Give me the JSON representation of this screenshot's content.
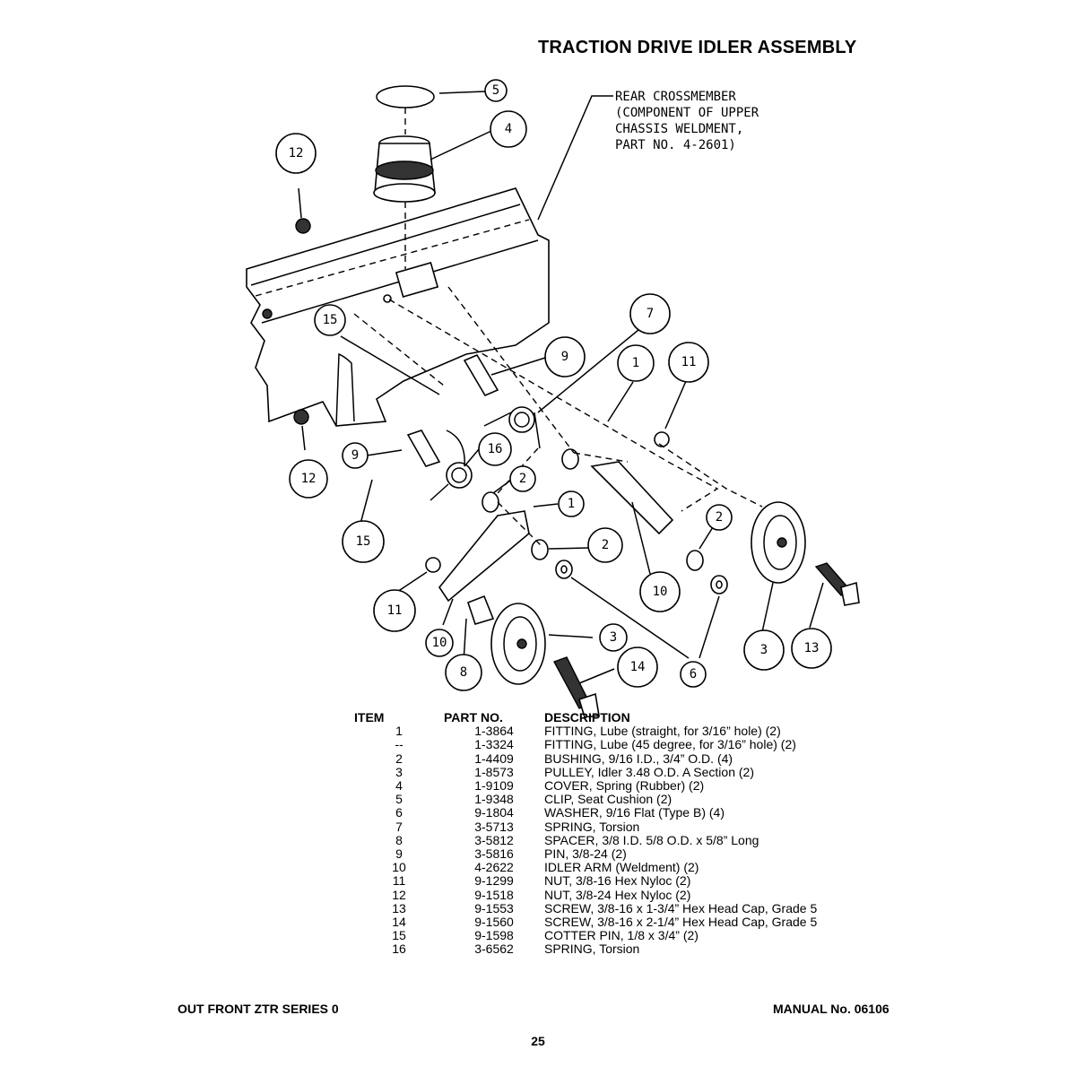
{
  "page": {
    "title": "TRACTION DRIVE IDLER ASSEMBLY",
    "footer_left": "OUT FRONT ZTR SERIES 0",
    "footer_right": "MANUAL No. 06106",
    "page_number": "25"
  },
  "diagram": {
    "note_lines": [
      "REAR CROSSMEMBER",
      "(COMPONENT OF UPPER",
      "CHASSIS WELDMENT,",
      "PART NO. 4-2601)"
    ],
    "callouts": [
      "5",
      "4",
      "12",
      "7",
      "15",
      "9",
      "1",
      "11",
      "9",
      "16",
      "12",
      "2",
      "1",
      "15",
      "2",
      "2",
      "10",
      "11",
      "10",
      "3",
      "8",
      "14",
      "6",
      "3",
      "13"
    ]
  },
  "parts_table": {
    "headers": [
      "ITEM",
      "PART NO.",
      "DESCRIPTION"
    ],
    "rows": [
      [
        "1",
        "1-3864",
        "FITTING, Lube (straight, for 3/16” hole) (2)"
      ],
      [
        "--",
        "1-3324",
        "FITTING, Lube (45 degree, for 3/16” hole) (2)"
      ],
      [
        "2",
        "1-4409",
        "BUSHING, 9/16 I.D., 3/4” O.D. (4)"
      ],
      [
        "3",
        "1-8573",
        "PULLEY, Idler 3.48 O.D. A Section (2)"
      ],
      [
        "4",
        "1-9109",
        "COVER, Spring (Rubber) (2)"
      ],
      [
        "5",
        "1-9348",
        "CLIP, Seat Cushion (2)"
      ],
      [
        "6",
        "9-1804",
        "WASHER, 9/16 Flat (Type B) (4)"
      ],
      [
        "7",
        "3-5713",
        "SPRING, Torsion"
      ],
      [
        "8",
        "3-5812",
        "SPACER, 3/8 I.D. 5/8 O.D. x 5/8” Long"
      ],
      [
        "9",
        "3-5816",
        "PIN, 3/8-24 (2)"
      ],
      [
        "10",
        "4-2622",
        "IDLER ARM (Weldment) (2)"
      ],
      [
        "11",
        "9-1299",
        "NUT, 3/8-16 Hex Nyloc (2)"
      ],
      [
        "12",
        "9-1518",
        "NUT, 3/8-24 Hex Nyloc (2)"
      ],
      [
        "13",
        "9-1553",
        "SCREW, 3/8-16 x 1-3/4” Hex Head Cap, Grade 5"
      ],
      [
        "14",
        "9-1560",
        "SCREW, 3/8-16 x 2-1/4” Hex Head Cap, Grade 5"
      ],
      [
        "15",
        "9-1598",
        "COTTER PIN, 1/8 x 3/4” (2)"
      ],
      [
        "16",
        "3-6562",
        "SPRING, Torsion"
      ]
    ]
  }
}
